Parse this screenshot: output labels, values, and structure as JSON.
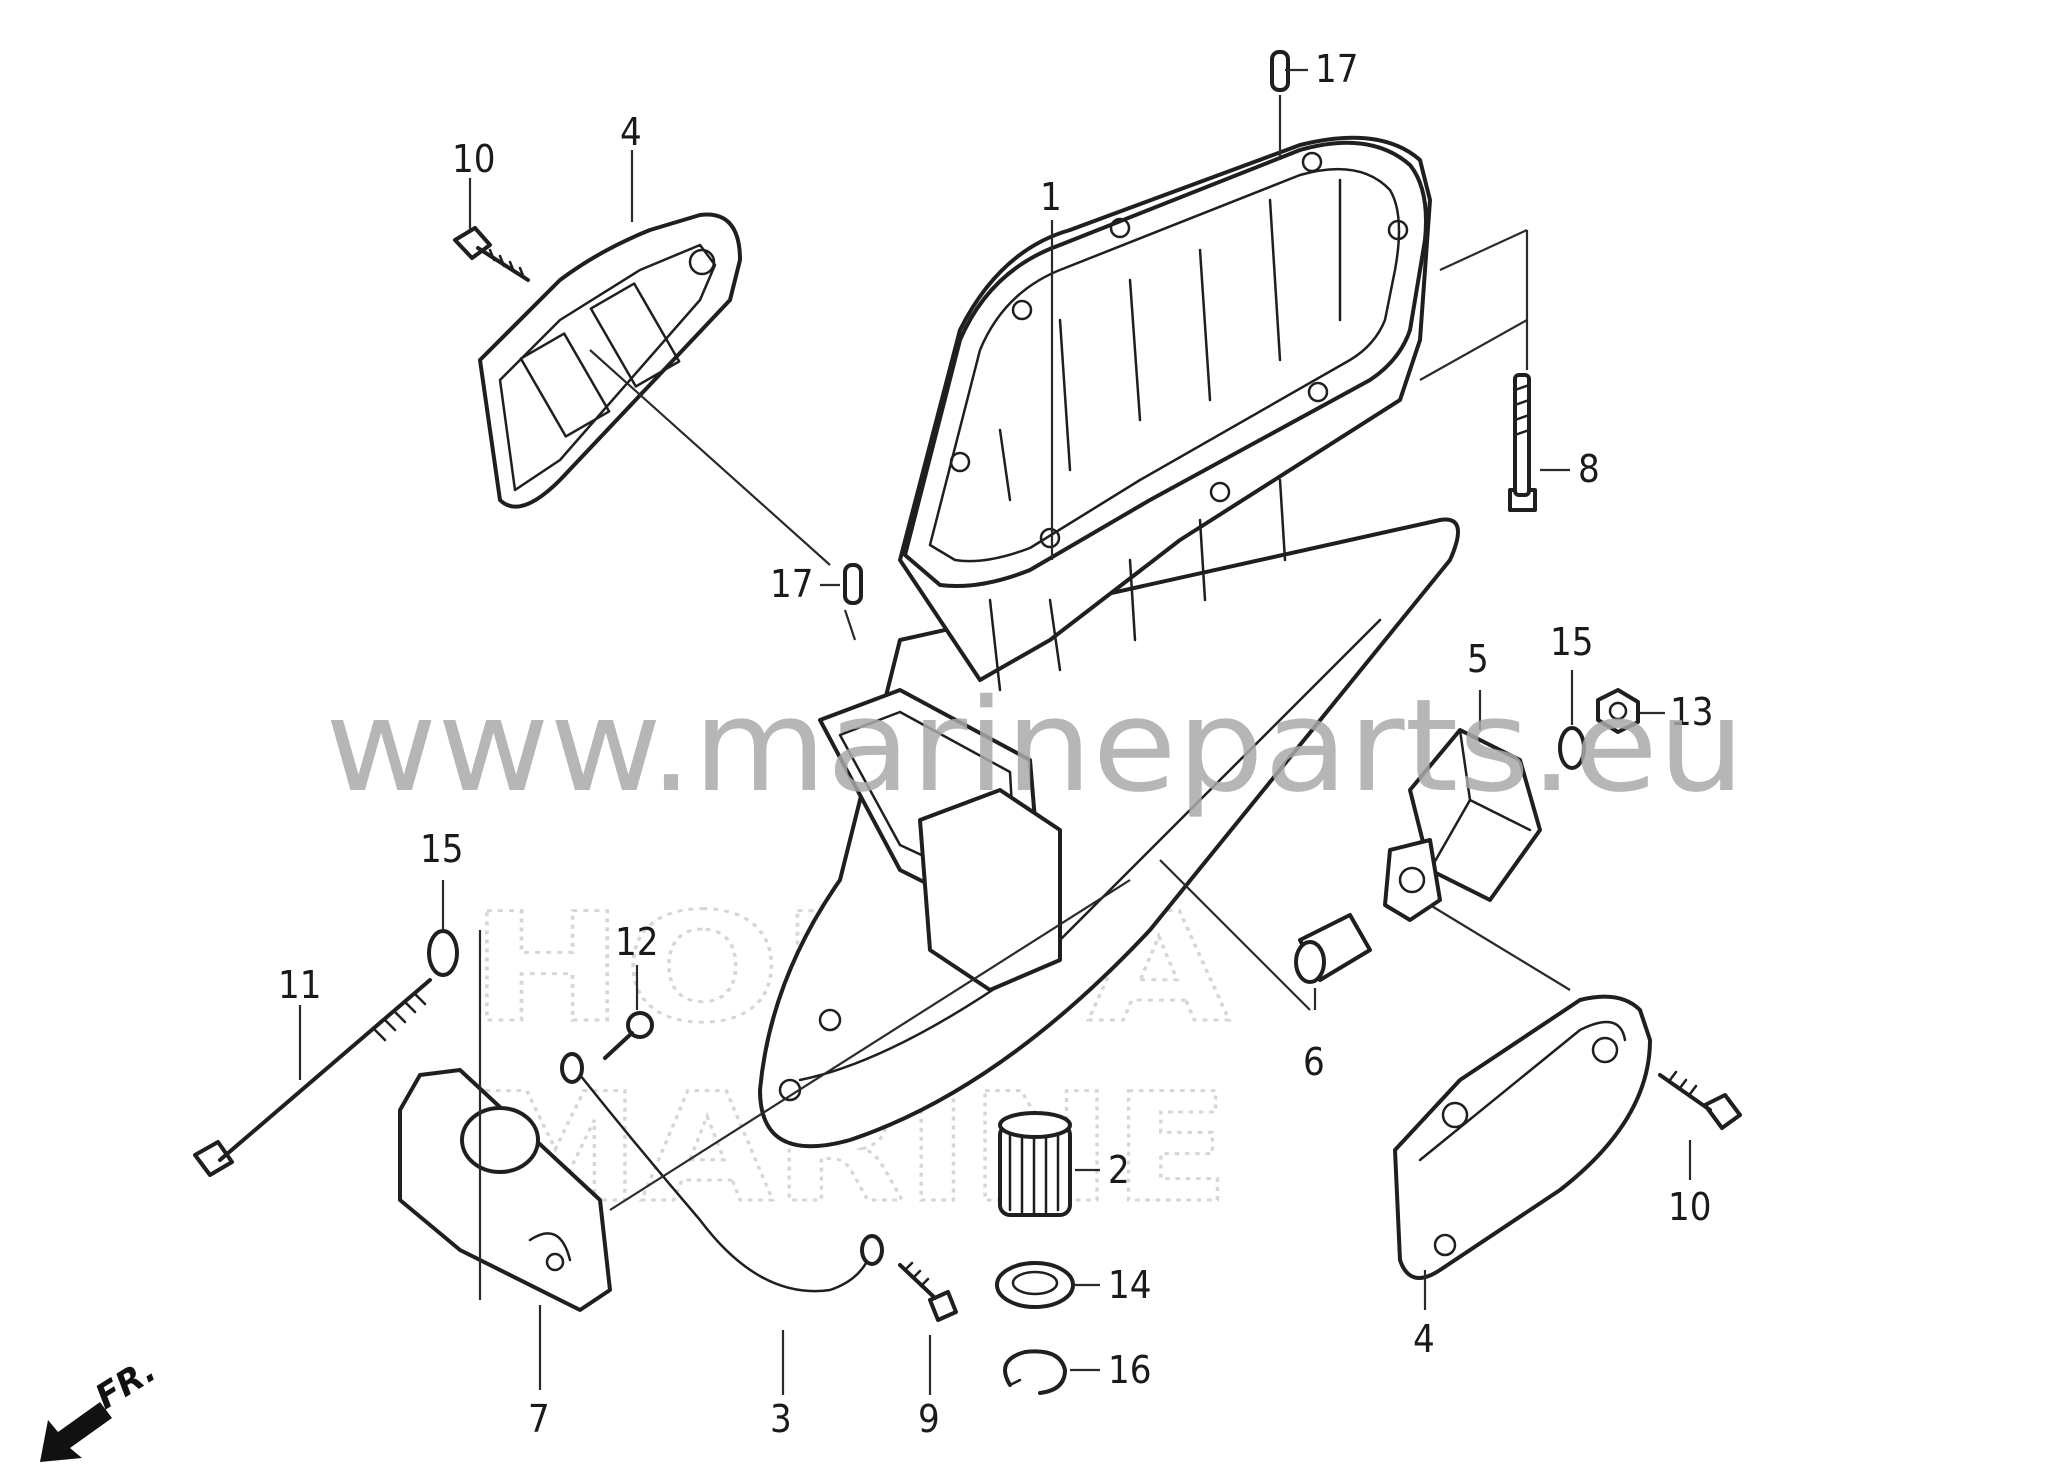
{
  "watermark": {
    "site": "www.marineparts.eu",
    "brand_top": "HONDA",
    "brand_bottom": "MARINE"
  },
  "orientation": {
    "label": "FR."
  },
  "callouts": [
    {
      "id": "c1",
      "text": "1"
    },
    {
      "id": "c2",
      "text": "2"
    },
    {
      "id": "c3",
      "text": "3"
    },
    {
      "id": "c4a",
      "text": "4"
    },
    {
      "id": "c4b",
      "text": "4"
    },
    {
      "id": "c5",
      "text": "5"
    },
    {
      "id": "c6",
      "text": "6"
    },
    {
      "id": "c7",
      "text": "7"
    },
    {
      "id": "c8",
      "text": "8"
    },
    {
      "id": "c9",
      "text": "9"
    },
    {
      "id": "c10a",
      "text": "10"
    },
    {
      "id": "c10b",
      "text": "10"
    },
    {
      "id": "c11",
      "text": "11"
    },
    {
      "id": "c12",
      "text": "12"
    },
    {
      "id": "c13",
      "text": "13"
    },
    {
      "id": "c14",
      "text": "14"
    },
    {
      "id": "c15a",
      "text": "15"
    },
    {
      "id": "c15b",
      "text": "15"
    },
    {
      "id": "c16",
      "text": "16"
    },
    {
      "id": "c17a",
      "text": "17"
    },
    {
      "id": "c17b",
      "text": "17"
    }
  ]
}
